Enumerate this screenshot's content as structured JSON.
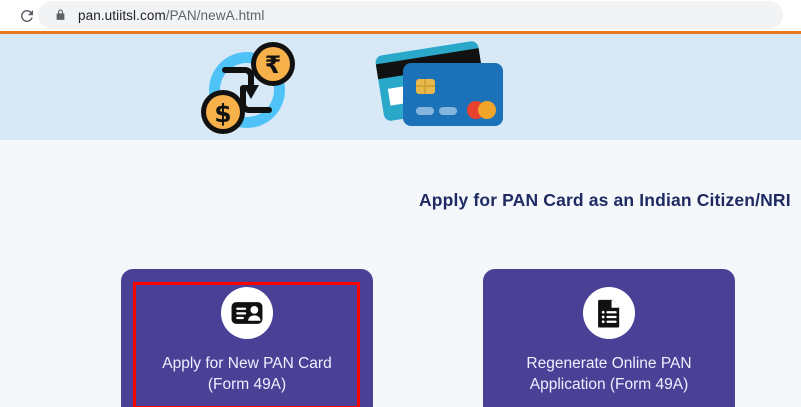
{
  "browser": {
    "reload_icon": "reload-icon",
    "lock_icon": "lock-icon",
    "url_host": "pan.utiitsl.com",
    "url_path": "/PAN/newA.html",
    "url_full": "pan.utiitsl.com/PAN/newA.html"
  },
  "page": {
    "accent_orange": "#e87722",
    "banner_bg": "#d7e9f7",
    "body_bg": "#f4f8fb",
    "card_purple": "#4a4096",
    "highlight_red": "#ff0000",
    "heading_navy": "#1f2a63",
    "banner": {
      "currency_exchange_icon": "currency-exchange-icon",
      "currency_symbols": [
        "₹",
        "$"
      ],
      "credit_cards_icon": "credit-cards-icon"
    },
    "headline": "Apply for PAN Card as an Indian Citizen/NRI",
    "cards": [
      {
        "id": "apply-new-pan-card",
        "icon": "id-card-icon",
        "line1": "Apply for New PAN Card",
        "line2": "(Form 49A)",
        "highlighted": true
      },
      {
        "id": "regenerate-online-pan-application",
        "icon": "document-list-icon",
        "line1": "Regenerate Online PAN",
        "line2": "Application (Form 49A)",
        "highlighted": false
      }
    ]
  }
}
